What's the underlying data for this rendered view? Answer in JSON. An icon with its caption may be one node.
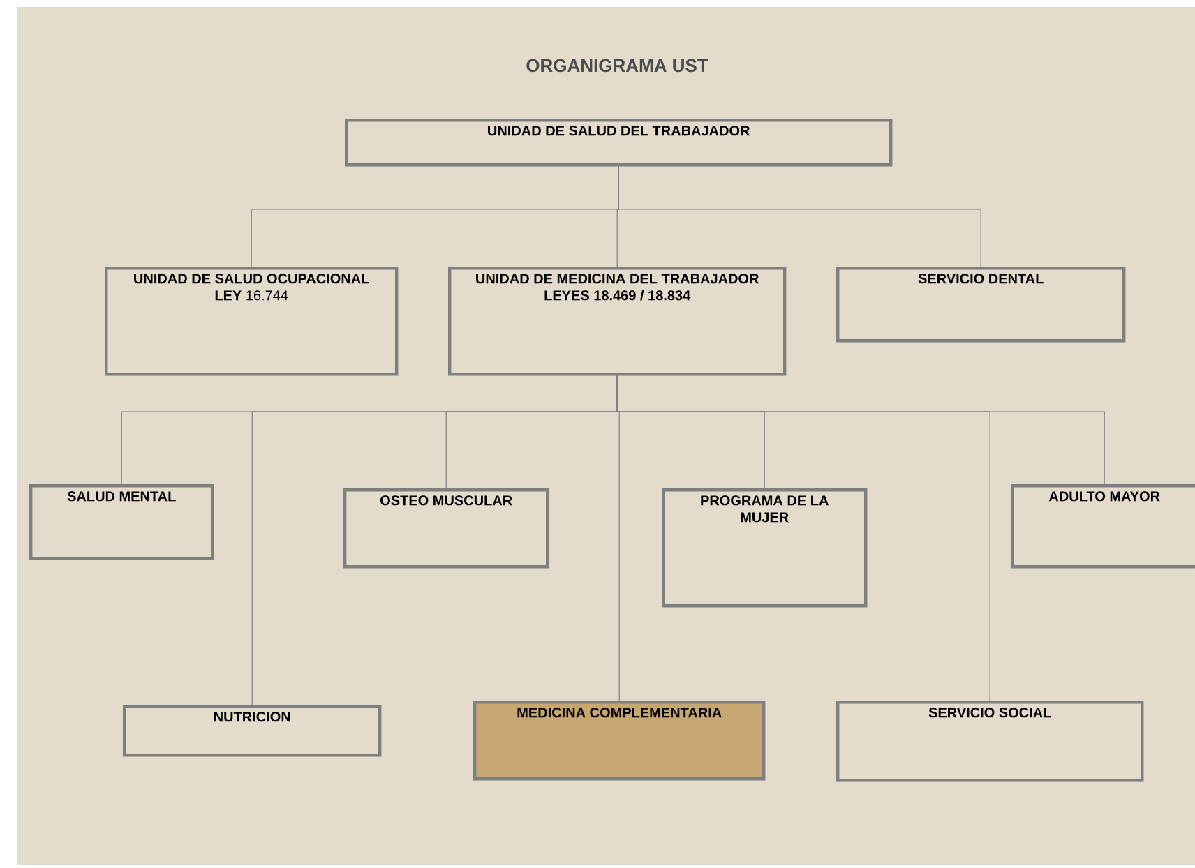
{
  "diagram": {
    "title": "ORGANIGRAMA  UST",
    "nodes": [
      {
        "text": [
          "UNIDAD DE SALUD DEL TRABAJADOR"
        ]
      },
      {
        "text": [
          "UNIDAD DE SALUD OCUPACIONAL",
          "**LEY** 16.744"
        ]
      },
      {
        "text": [
          "UNIDAD DE MEDICINA DEL TRABAJADOR",
          "LEYES 18.469 / 18.834"
        ]
      },
      {
        "text": [
          "SERVICIO DENTAL"
        ]
      },
      {
        "text": [
          "SALUD MENTAL"
        ]
      },
      {
        "text": [
          "OSTEO MUSCULAR"
        ]
      },
      {
        "text": [
          "PROGRAMA DE LA MUJER"
        ]
      },
      {
        "text": [
          "ADULTO MAYOR"
        ]
      },
      {
        "text": [
          "NUTRICION"
        ]
      },
      {
        "text": [
          "MEDICINA COMPLEMENTARIA"
        ]
      },
      {
        "text": [
          "SERVICIO SOCIAL"
        ]
      }
    ],
    "edges": [
      {
        "from": 0,
        "to": 1,
        "arrow": "none"
      },
      {
        "from": 0,
        "to": 2,
        "arrow": "none"
      },
      {
        "from": 0,
        "to": 3,
        "arrow": "none"
      },
      {
        "from": 2,
        "to": 4,
        "arrow": "none"
      },
      {
        "from": 2,
        "to": 5,
        "arrow": "none"
      },
      {
        "from": 2,
        "to": 6,
        "arrow": "none"
      },
      {
        "from": 2,
        "to": 7,
        "arrow": "none"
      },
      {
        "from": 2,
        "to": 8,
        "arrow": "none"
      },
      {
        "from": 2,
        "to": 9,
        "arrow": "none"
      },
      {
        "from": 2,
        "to": 10,
        "arrow": "none"
      }
    ]
  }
}
